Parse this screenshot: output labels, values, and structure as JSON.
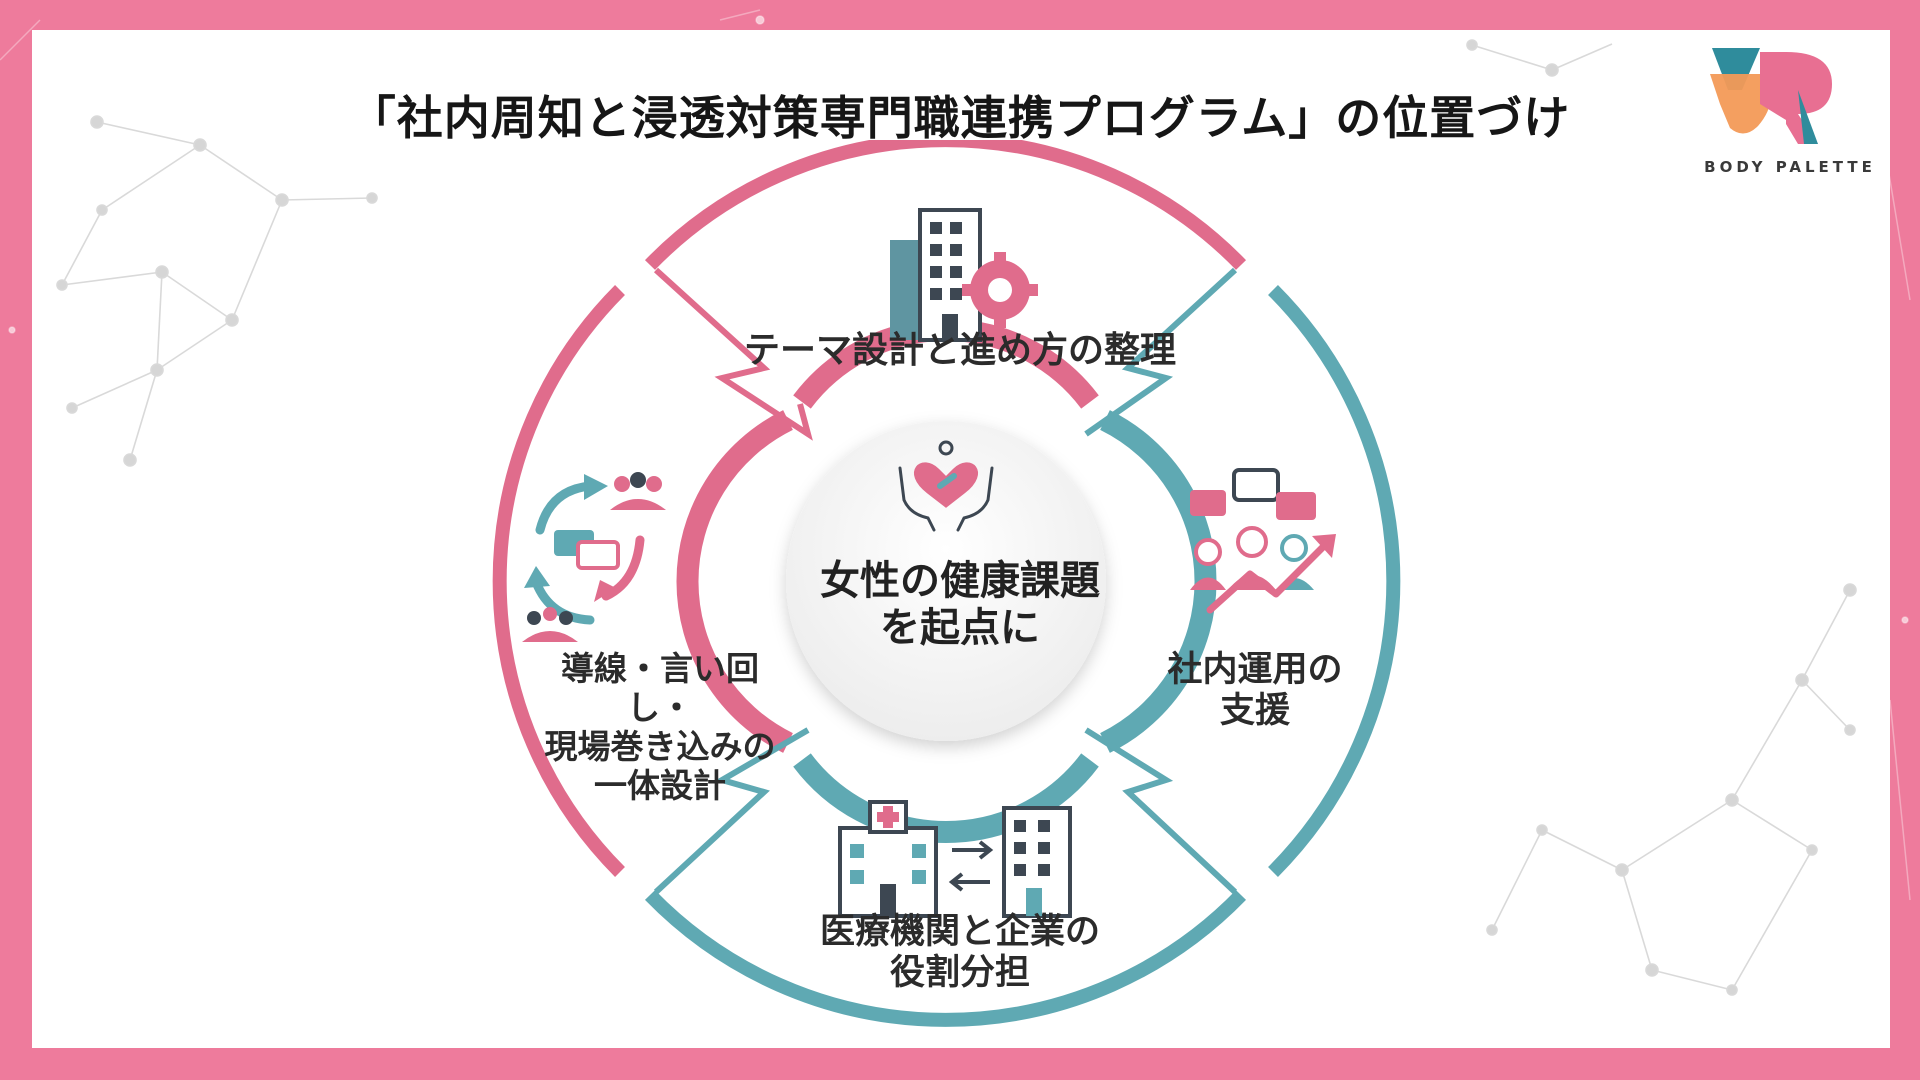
{
  "title": "「社内周知と浸透対策専門職連携プログラム」の位置づけ",
  "brand": {
    "name": "BODY PALETTE",
    "colors": {
      "pink": "#e86f92",
      "teal": "#2f8c9c",
      "orange": "#f39a57",
      "frame": "#ee7b9c"
    }
  },
  "diagram": {
    "center": {
      "label": "女性の健康課題\nを起点に",
      "icon": "hands-heart-icon"
    },
    "segments": {
      "top": {
        "label": "テーマ設計と進め方の整理",
        "icon": "building-gear-icon"
      },
      "right": {
        "label": "社内運用の\n支援",
        "icon": "team-growth-icon"
      },
      "bottom": {
        "label": "医療機関と企業の\n役割分担",
        "icon": "hospital-company-icon"
      },
      "left": {
        "label": "導線・言い回し・\n現場巻き込みの\n一体設計",
        "icon": "cycle-communication-icon"
      }
    },
    "colors": {
      "pink": "#e06c8c",
      "teal": "#5fa9b3",
      "icon_dark": "#3d4752",
      "icon_pink": "#e06c8c",
      "icon_teal": "#4e9aa6"
    }
  }
}
